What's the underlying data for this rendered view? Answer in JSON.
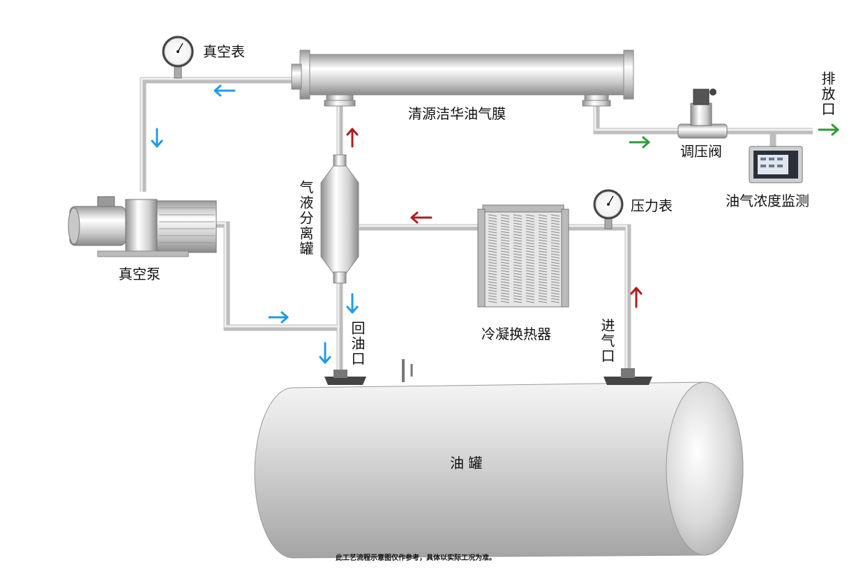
{
  "title": "油气回收工艺流程示意图",
  "labels": {
    "vacuum_gauge": "真空表",
    "membrane": "清源洁华油气膜",
    "outlet": "排放口",
    "pressure_valve": "调压阀",
    "concentration_monitor": "油气浓度监测",
    "vacuum_pump": "真空泵",
    "separator": "气液分离罐",
    "pressure_gauge": "压力表",
    "condenser": "冷凝换热器",
    "oil_return": "回油口",
    "gas_inlet": "进气口",
    "tank": "油 罐"
  },
  "footnote": "此工艺流程示意图仅作参考，具体以实际工况为准。",
  "colors": {
    "arrow_blue": "#1e9be6",
    "arrow_red": "#b01c1c",
    "arrow_green": "#2e9a3a",
    "pipe": "#d8d8d8",
    "steel": "#b8b8b8"
  }
}
